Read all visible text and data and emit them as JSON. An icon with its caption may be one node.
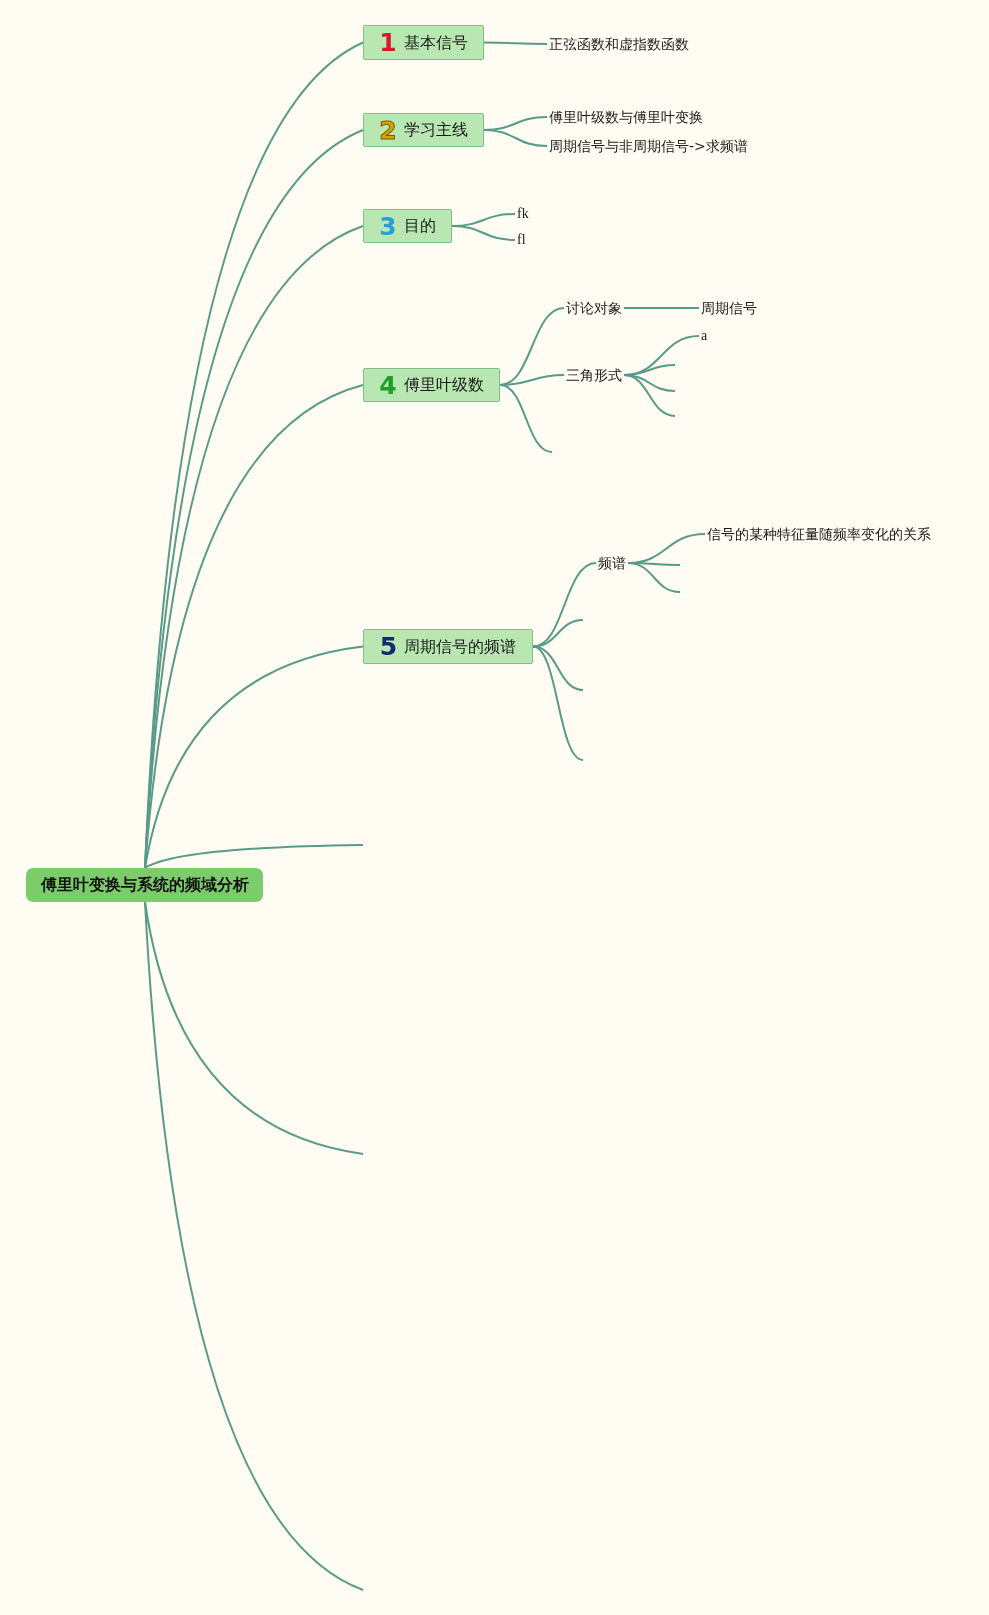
{
  "diagram": {
    "nodes": [
      {
        "text": [
          "傅里叶变换与系统的频域分析"
        ]
      },
      {
        "text": [
          "1",
          "基本信号"
        ]
      },
      {
        "text": [
          "正弦函数和虚指数函数"
        ]
      },
      {
        "text": [
          "2",
          "学习主线"
        ]
      },
      {
        "text": [
          "傅里叶级数与傅里叶变换"
        ]
      },
      {
        "text": [
          "周期信号与非周期信号->求频谱"
        ]
      },
      {
        "text": [
          "3",
          "目的"
        ]
      },
      {
        "text": [
          "fk"
        ]
      },
      {
        "text": [
          "fl"
        ]
      },
      {
        "text": [
          "4",
          "傅里叶级数"
        ]
      },
      {
        "text": [
          "讨论对象"
        ]
      },
      {
        "text": [
          "周期信号"
        ]
      },
      {
        "text": [
          "三角形式"
        ]
      },
      {
        "text": [
          "a"
        ]
      },
      {
        "text": [
          "5",
          "周期信号的频谱"
        ]
      },
      {
        "text": [
          "频谱"
        ]
      },
      {
        "text": [
          "信号的某种特征量随频率变化的关系"
        ]
      }
    ],
    "edges": [
      {
        "from": 0,
        "to": 1,
        "arrow": "none"
      },
      {
        "from": 0,
        "to": 3,
        "arrow": "none"
      },
      {
        "from": 0,
        "to": 6,
        "arrow": "none"
      },
      {
        "from": 0,
        "to": 9,
        "arrow": "none"
      },
      {
        "from": 0,
        "to": 14,
        "arrow": "none"
      },
      {
        "from": 0,
        "to": null,
        "arrow": "none"
      },
      {
        "from": 0,
        "to": null,
        "arrow": "none"
      },
      {
        "from": 0,
        "to": null,
        "arrow": "none"
      },
      {
        "from": 1,
        "to": 2,
        "arrow": "none"
      },
      {
        "from": 3,
        "to": 4,
        "arrow": "none"
      },
      {
        "from": 3,
        "to": 5,
        "arrow": "none"
      },
      {
        "from": 6,
        "to": 7,
        "arrow": "none"
      },
      {
        "from": 6,
        "to": 8,
        "arrow": "none"
      },
      {
        "from": 9,
        "to": 10,
        "arrow": "none"
      },
      {
        "from": 9,
        "to": 12,
        "arrow": "none"
      },
      {
        "from": 9,
        "to": null,
        "arrow": "none"
      },
      {
        "from": 10,
        "to": 11,
        "arrow": "none"
      },
      {
        "from": 12,
        "to": 13,
        "arrow": "none"
      },
      {
        "from": 12,
        "to": null,
        "arrow": "none"
      },
      {
        "from": 12,
        "to": null,
        "arrow": "none"
      },
      {
        "from": 12,
        "to": null,
        "arrow": "none"
      },
      {
        "from": 14,
        "to": 15,
        "arrow": "none"
      },
      {
        "from": 14,
        "to": null,
        "arrow": "none"
      },
      {
        "from": 14,
        "to": null,
        "arrow": "none"
      },
      {
        "from": 14,
        "to": null,
        "arrow": "none"
      },
      {
        "from": 15,
        "to": 16,
        "arrow": "none"
      },
      {
        "from": 15,
        "to": null,
        "arrow": "none"
      },
      {
        "from": 15,
        "to": null,
        "arrow": "none"
      }
    ]
  }
}
